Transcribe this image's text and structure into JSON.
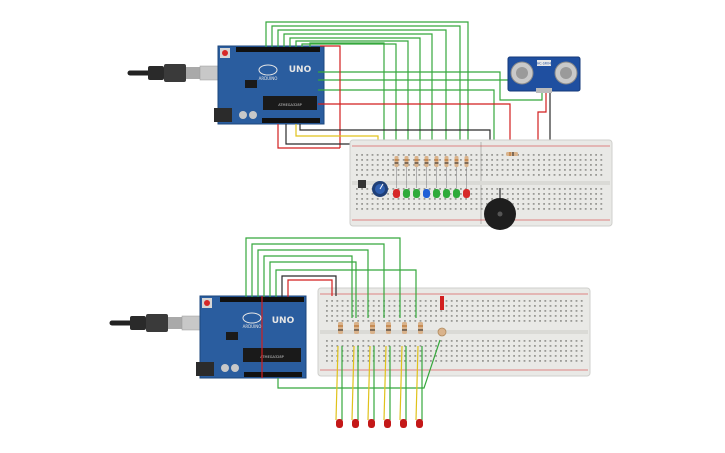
{
  "circuit_top": {
    "board_label": "UNO",
    "brand_label": "ARDUINO",
    "chip_label": "ATMEGA328P",
    "sensor_label": "HC-SR04",
    "led_colors": [
      "#d62828",
      "#2eaa3a",
      "#2eaa3a",
      "#1f5fd6",
      "#2eaa3a",
      "#2eaa3a",
      "#2eaa3a",
      "#d62828"
    ]
  },
  "circuit_bottom": {
    "board_label": "UNO",
    "brand_label": "ARDUINO",
    "chip_label": "ATMEGA328P",
    "led_colors": [
      "#c41818",
      "#c41818",
      "#c41818",
      "#c41818",
      "#c41818",
      "#c41818"
    ]
  },
  "colors": {
    "board": "#2a5d9f",
    "board_dark": "#1c477e",
    "breadboard": "#e9e9e6",
    "wire_green": "#35a83c",
    "wire_red": "#d21f1f",
    "wire_yellow": "#e0c21a",
    "wire_black": "#2b2b2b"
  }
}
